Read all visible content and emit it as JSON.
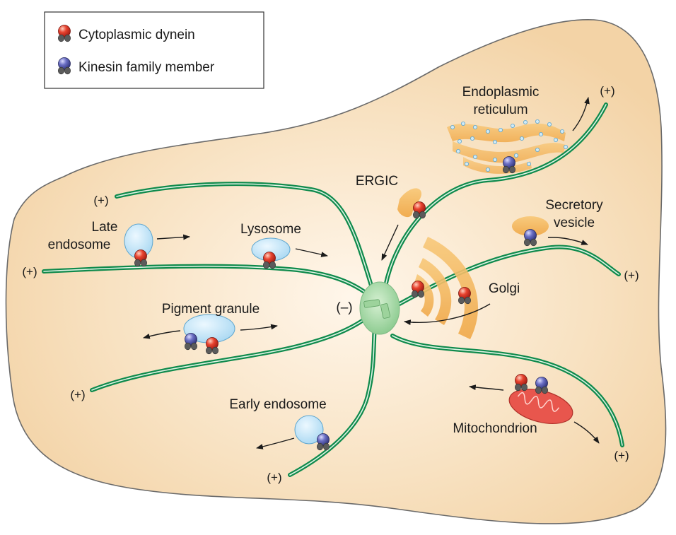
{
  "legend": {
    "items": [
      {
        "label": "Cytoplasmic dynein",
        "icon": "dynein-icon",
        "color": "#e03a2e"
      },
      {
        "label": "Kinesin family member",
        "icon": "kinesin-icon",
        "color": "#5b5fb0"
      }
    ]
  },
  "labels": {
    "endoplasmic_reticulum_line1": "Endoplasmic",
    "endoplasmic_reticulum_line2": "reticulum",
    "ergic": "ERGIC",
    "secretory_vesicle_line1": "Secretory",
    "secretory_vesicle_line2": "vesicle",
    "late_endosome_line1": "Late",
    "late_endosome_line2": "endosome",
    "lysosome": "Lysosome",
    "golgi": "Golgi",
    "pigment_granule": "Pigment granule",
    "early_endosome": "Early endosome",
    "mitochondrion": "Mitochondrion",
    "minus_end": "(–)",
    "plus_end": "(+)"
  },
  "colors": {
    "cell": "#f6dcb6",
    "cell_center": "#fdf1df",
    "microtubule": "#0f8a4c",
    "centrosome": "#a9d9a9",
    "vesicle_blue": "#bfe3f6",
    "organelle_orange": "#f5b75e",
    "mitochondrion": "#e8564d"
  }
}
